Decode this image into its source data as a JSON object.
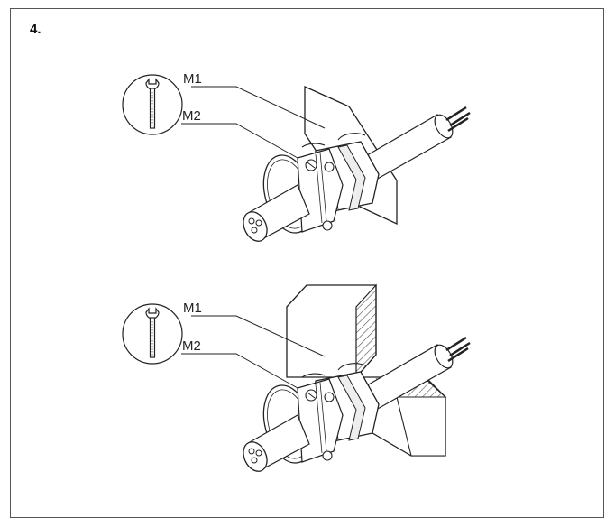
{
  "step": {
    "number": "4."
  },
  "figures": [
    {
      "callouts": {
        "m1": "M1",
        "m2": "M2"
      },
      "mount": "panel"
    },
    {
      "callouts": {
        "m1": "M1",
        "m2": "M2"
      },
      "mount": "block"
    }
  ],
  "colors": {
    "line": "#222222",
    "hatch": "#555555",
    "frame": "#555555"
  },
  "icons": [
    "wrench-icon",
    "wrench-icon"
  ]
}
